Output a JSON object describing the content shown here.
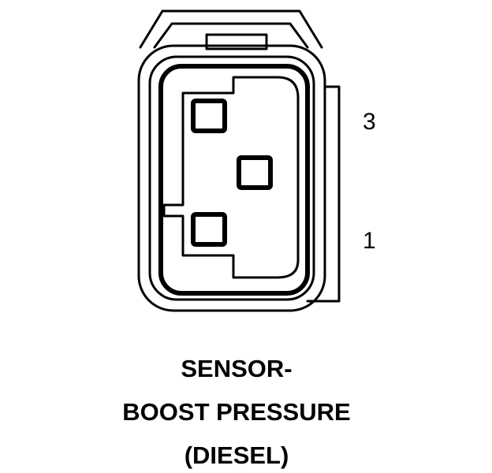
{
  "connector": {
    "pin_labels": [
      {
        "id": "pin-label-3",
        "text": "3"
      },
      {
        "id": "pin-label-1",
        "text": "1"
      }
    ]
  },
  "caption": {
    "lines": [
      "SENSOR-",
      "BOOST PRESSURE",
      "(DIESEL)"
    ]
  },
  "colors": {
    "ink": "#000000",
    "background": "#ffffff"
  }
}
